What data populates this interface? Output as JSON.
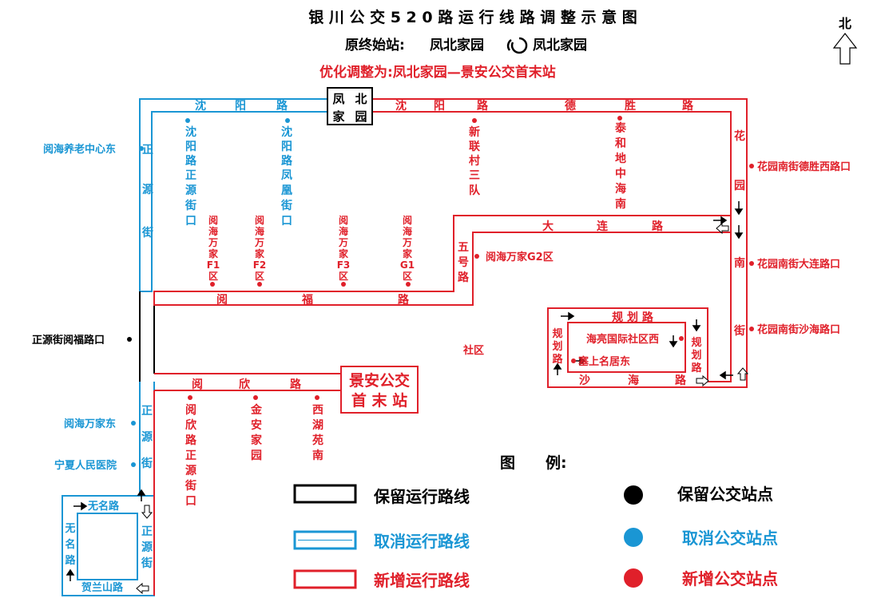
{
  "header": {
    "title": "银 川 公 交 5 2 0 路 运 行 线 路 调 整 示 意 图",
    "orig_prefix": "原终始站:",
    "orig_a": "凤北家园",
    "orig_b": "凤北家园",
    "optimized": "优化调整为:凤北家园—景安公交首末站"
  },
  "compass": {
    "label": "北"
  },
  "colors": {
    "keep": "#000000",
    "cancel": "#1a96d4",
    "new": "#e0202a"
  },
  "terminals": {
    "fengbei": [
      "凤",
      "北",
      "家",
      "园"
    ],
    "jingan_line1": "景安公交",
    "jingan_line2": "首 末 站"
  },
  "roads": {
    "shenyang": [
      "沈",
      "阳",
      "路"
    ],
    "shenyang_e": [
      "沈",
      "阳",
      "路"
    ],
    "desheng": [
      "德",
      "胜",
      "路"
    ],
    "dalian": [
      "大",
      "连",
      "路"
    ],
    "yuefu": [
      "阅",
      "福",
      "路"
    ],
    "yuexin": [
      "阅",
      "欣",
      "路"
    ],
    "zhengyuan_n": [
      "正",
      "源",
      "街"
    ],
    "zhengyuan_s": [
      "正",
      "源",
      "街"
    ],
    "zhengyuan_loop": [
      "正",
      "源",
      "街"
    ],
    "huayuan_n": [
      "花",
      "园"
    ],
    "huayuan_s": [
      "南",
      "街"
    ],
    "wuhao": [
      "五",
      "号",
      "路"
    ],
    "guihua_top": "规 划 路",
    "guihua_left": [
      "规",
      "划",
      "路"
    ],
    "guihua_right": [
      "规",
      "划",
      "路"
    ],
    "shahai": [
      "沙",
      "海",
      "路"
    ],
    "wuming_top": "无名路",
    "wuming_left": [
      "无",
      "名",
      "路"
    ],
    "helanshan": "贺兰山路",
    "shequ": "社区"
  },
  "stops": {
    "yuehai_yanglao": "阅海养老中心东",
    "zhengyuan_yuefu": "正源街阅福路口",
    "yuehai_wanjia_dong": "阅海万家东",
    "ningxia_hospital": "宁夏人民医院",
    "sy_zhengyuan": [
      "沈",
      "阳",
      "路",
      "正",
      "源",
      "街",
      "口"
    ],
    "sy_fenghuang": [
      "沈",
      "阳",
      "路",
      "凤",
      "凰",
      "街",
      "口"
    ],
    "xinlian": [
      "新",
      "联",
      "村",
      "三",
      "队"
    ],
    "taihe": [
      "泰",
      "和",
      "地",
      "中",
      "海",
      "南"
    ],
    "f1": [
      "阅",
      "海",
      "万",
      "家",
      "F1",
      "区"
    ],
    "f2": [
      "阅",
      "海",
      "万",
      "家",
      "F2",
      "区"
    ],
    "f3": [
      "阅",
      "海",
      "万",
      "家",
      "F3",
      "区"
    ],
    "g1": [
      "阅",
      "海",
      "万",
      "家",
      "G1",
      "区"
    ],
    "g2": "阅海万家G2区",
    "hy_desheng": "花园南街德胜西路口",
    "hy_dalian": "花园南街大连路口",
    "hy_shahai": "花园南街沙海路口",
    "haoliang": "海亮国际社区西",
    "saishang": "塞上名居东",
    "yx_zhengyuan": [
      "阅",
      "欣",
      "路",
      "正",
      "源",
      "街",
      "口"
    ],
    "jinan": [
      "金",
      "安",
      "家",
      "园"
    ],
    "xihu": [
      "西",
      "湖",
      "苑",
      "南"
    ]
  },
  "legend": {
    "title": "图　　例:",
    "keep_line": "保留运行路线",
    "cancel_line": "取消运行路线",
    "new_line": "新增运行路线",
    "keep_stop": "保留公交站点",
    "cancel_stop": "取消公交站点",
    "new_stop": "新增公交站点"
  }
}
